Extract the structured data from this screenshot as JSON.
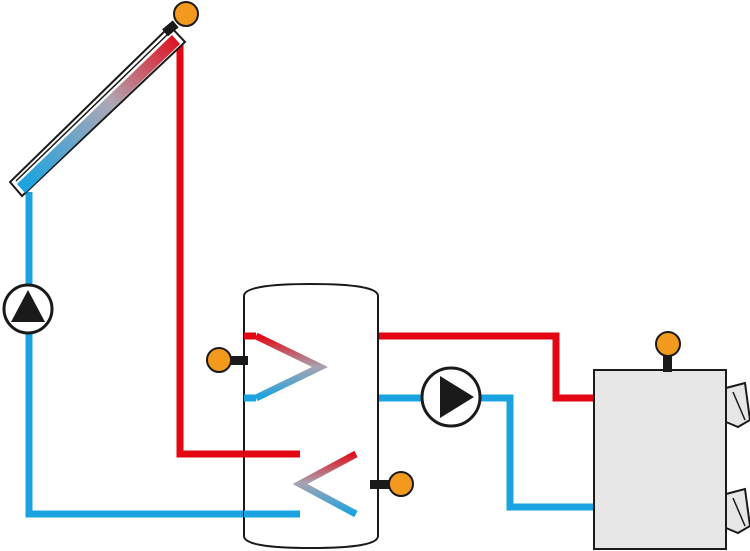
{
  "diagram": {
    "type": "solar thermal heating schematic",
    "components": [
      {
        "name": "solar-collector"
      },
      {
        "name": "solar-circuit-pump",
        "icon": "pump-icon"
      },
      {
        "name": "storage-tank"
      },
      {
        "name": "upper-heat-exchanger-coil"
      },
      {
        "name": "lower-heat-exchanger-coil"
      },
      {
        "name": "boiler-circuit-pump",
        "icon": "pump-icon"
      },
      {
        "name": "boiler"
      },
      {
        "name": "collector-temperature-sensor",
        "icon": "sensor-icon"
      },
      {
        "name": "tank-upper-temperature-sensor",
        "icon": "sensor-icon"
      },
      {
        "name": "tank-lower-temperature-sensor",
        "icon": "sensor-icon"
      },
      {
        "name": "boiler-temperature-sensor",
        "icon": "sensor-icon"
      }
    ],
    "colors": {
      "hot_pipe": "#e30613",
      "cold_pipe": "#1aa3e0",
      "sensor": "#f39a1e",
      "boiler_body": "#e6e6e6",
      "outline": "#1a1a1a"
    }
  }
}
